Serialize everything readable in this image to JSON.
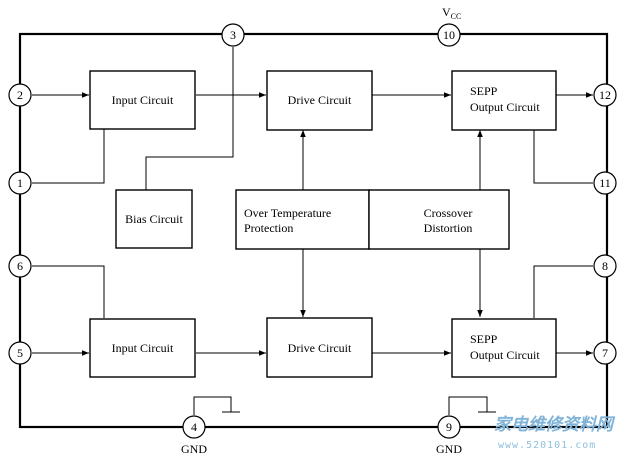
{
  "supply": {
    "vcc_main": "V",
    "vcc_sub": "CC"
  },
  "ground": {
    "pin4_label": "GND",
    "pin9_label": "GND"
  },
  "blocks": {
    "input_top": "Input Circuit",
    "drive_top": "Drive Circuit",
    "sepp_top_line1": "SEPP",
    "sepp_top_line2": "Output Circuit",
    "bias": "Bias Circuit",
    "otp_line1": "Over Temperature",
    "otp_line2": "Protection",
    "crossover_line1": "Crossover",
    "crossover_line2": "Distortion",
    "input_bottom": "Input Circuit",
    "drive_bottom": "Drive Circuit",
    "sepp_bottom_line1": "SEPP",
    "sepp_bottom_line2": "Output Circuit"
  },
  "pins": {
    "p1": "1",
    "p2": "2",
    "p3": "3",
    "p4": "4",
    "p5": "5",
    "p6": "6",
    "p7": "7",
    "p8": "8",
    "p9": "9",
    "p10": "10",
    "p11": "11",
    "p12": "12"
  },
  "watermark": {
    "text": "家电维修资料网",
    "url": "www.520101.com"
  }
}
